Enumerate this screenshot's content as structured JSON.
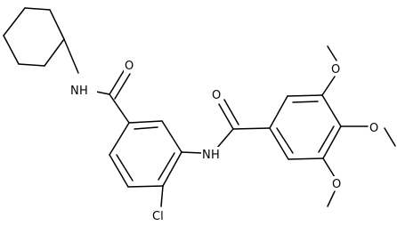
{
  "molecule": {
    "atom_labels": {
      "amide_n_cyclohexyl": "N",
      "amide_h_cyclohexyl": "H",
      "carbonyl_o_left": "O",
      "carbonyl_o_right": "O",
      "anilide_n": "N",
      "anilide_h": "H",
      "chlorine": "Cl",
      "methoxy_o_top": "O",
      "methoxy_o_middle": "O",
      "methoxy_o_bottom": "O"
    }
  }
}
